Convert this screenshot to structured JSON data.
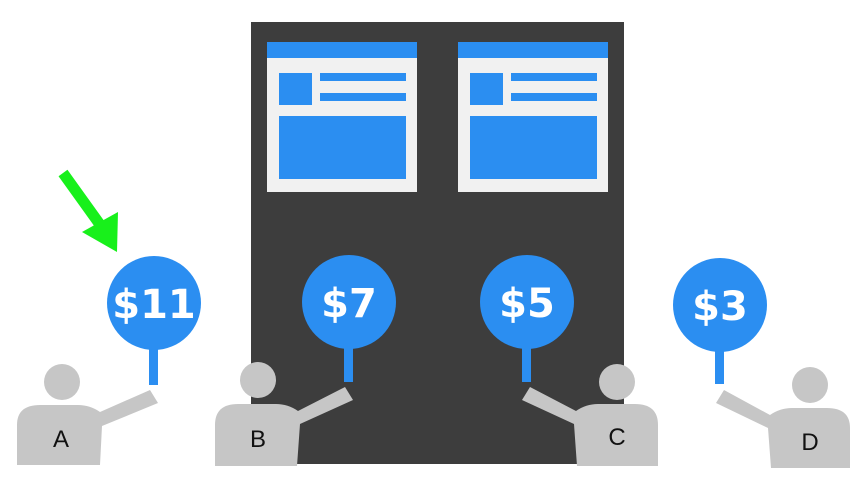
{
  "bidders": [
    {
      "label": "A",
      "bid": "$11",
      "winning": true
    },
    {
      "label": "B",
      "bid": "$7"
    },
    {
      "label": "C",
      "bid": "$5"
    },
    {
      "label": "D",
      "bid": "$3"
    }
  ],
  "colors": {
    "paddle": "#2b8ef1",
    "board": "#3d3d3d",
    "window_frame": "#f1f1f1",
    "window_content": "#2b8ef1",
    "person": "#c6c6c6",
    "arrow": "#18f01b"
  },
  "icons": {
    "ad_slot": "webpage-window-icon",
    "winner_marker": "arrow-icon"
  }
}
